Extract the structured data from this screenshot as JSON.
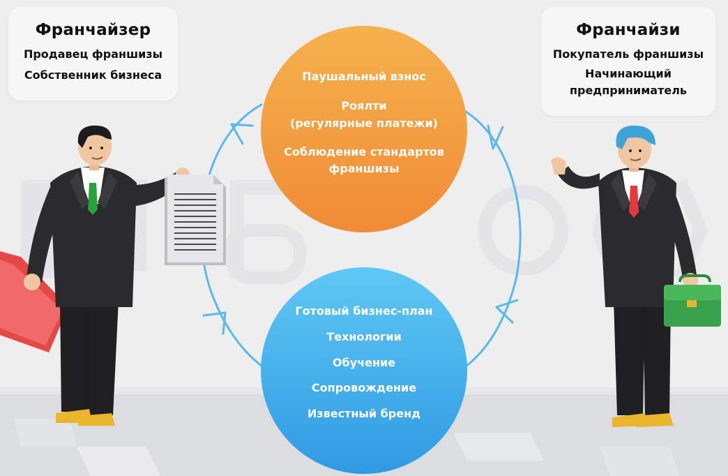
{
  "franchisor": {
    "title": "Франчайзер",
    "lines": [
      "Продавец франшизы",
      "Собственник бизнеса"
    ]
  },
  "franchisee": {
    "title": "Франчайзи",
    "lines": [
      "Покупатель франшизы",
      "Начинающий",
      "предприниматель"
    ]
  },
  "top_circle": {
    "items": [
      "Паушальный взнос",
      "Роялти",
      "(регулярные платежи)",
      "Соблюдение стандартов",
      "франшизы"
    ]
  },
  "bottom_circle": {
    "items": [
      "Готовый бизнес-план",
      "Технологии",
      "Обучение",
      "Сопровождение",
      "Известный бренд"
    ]
  },
  "watermark": "БИБОСС",
  "colors": {
    "orange": "#f08b35",
    "blue": "#2f9ae3",
    "arrow": "#57b9ee",
    "suit": "#2b2b2e"
  }
}
